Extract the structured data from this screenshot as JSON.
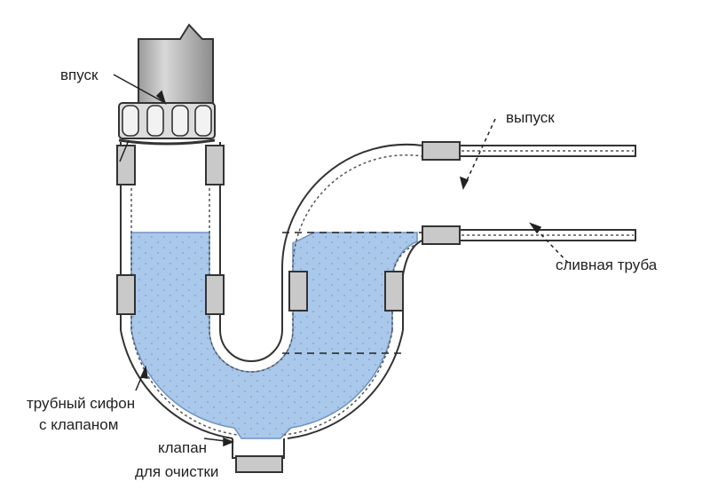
{
  "labels": {
    "inlet": "впуск",
    "outlet": "выпуск",
    "drain_pipe": "сливная труба",
    "siphon_line1": "трубный сифон",
    "siphon_line2": "с клапаном",
    "valve_line1": "клапан",
    "valve_line2": "для очистки"
  },
  "colors": {
    "water": "#a9c8ea",
    "water_edge": "#6f93c2",
    "pipe_outline": "#333333",
    "fitting": "#c9c9c9",
    "inlet_pipe": "#b3b3b3",
    "line": "#222222"
  }
}
